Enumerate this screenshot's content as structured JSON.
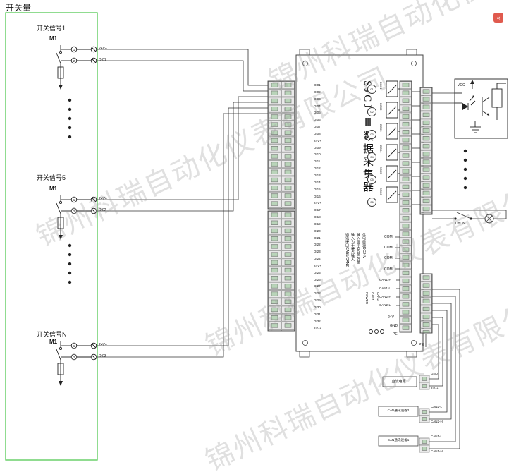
{
  "page": {
    "title": "开关量"
  },
  "watermark": {
    "text": "锦州科瑞自动化仪表有限公司"
  },
  "icons": {
    "corner_glyph": "«"
  },
  "left_panel": {
    "signals": [
      {
        "label": "开关信号1",
        "tag": "M1",
        "contacts": [
          "1",
          "2"
        ],
        "wires": [
          "24V+",
          "DI01"
        ]
      },
      {
        "label": "开关信号5",
        "tag": "M1",
        "contacts": [
          "1",
          "2"
        ],
        "wires": [
          "24V+",
          "DI02"
        ]
      },
      {
        "label": "开关信号N",
        "tag": "M1",
        "contacts": [
          "1",
          "2"
        ],
        "wires": [
          "24V+",
          "DI03"
        ]
      }
    ]
  },
  "device": {
    "name": "SJCJ-Ⅲ数据采集器",
    "specs": [
      "供电电源DC24V",
      "输入/输出32路/16路",
      "输入为干接点输入",
      "通讯接口CAN1/CAN2"
    ],
    "di_labels": [
      "DI01",
      "DI02",
      "DI03",
      "DI04",
      "DI05",
      "DI06",
      "DI07",
      "DI08",
      "24V+",
      "DI09",
      "DI10",
      "DI11",
      "DI12",
      "DI13",
      "DI14",
      "DI15",
      "DI16",
      "24V+",
      "DI17",
      "DI18",
      "DI19",
      "DI20",
      "DI21",
      "DI22",
      "DI23",
      "DI24",
      "24V+",
      "DI25",
      "DI26",
      "DI27",
      "DI28",
      "DI29",
      "DI30",
      "DI31",
      "DI32",
      "24V+"
    ],
    "outputs": {
      "channels": [
        "01",
        "02",
        "03",
        "04",
        "05",
        "06"
      ],
      "labels": [
        "DO01",
        "DO02",
        "DO03",
        "DO04",
        "DO05",
        "DO06"
      ]
    },
    "com_labels": [
      "COM",
      "COM",
      "COM",
      "COM"
    ],
    "can_labels": [
      "CAN1-H",
      "CAN1-L",
      "CAN2-H",
      "CAN2-L"
    ],
    "comm": {
      "power": "POWER",
      "can1": "CAN1",
      "can2": "CAN2"
    },
    "power_terminals": [
      "24V+",
      "GND",
      "PE"
    ]
  },
  "relay_box": {
    "vcc": "VCC"
  },
  "indicator": {
    "label": "DoON"
  },
  "external_devices": [
    {
      "name": "直流电源1",
      "terminals": [
        "GND",
        "24V+"
      ]
    },
    {
      "name": "CAN通讯设备2",
      "terminals": [
        "CAN2-L",
        "CAN2-H"
      ]
    },
    {
      "name": "CAN通讯设备1",
      "terminals": [
        "CAN1-L",
        "CAN1-H"
      ]
    }
  ]
}
